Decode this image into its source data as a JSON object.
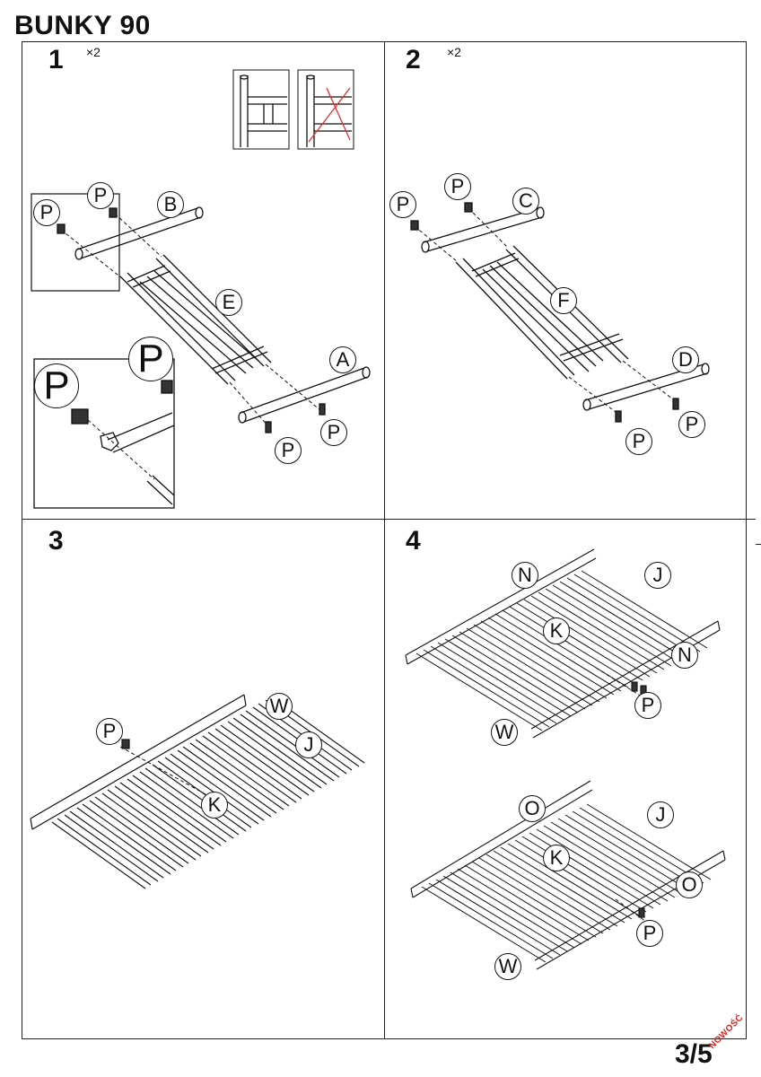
{
  "document": {
    "title": "BUNKY 90",
    "page_number": "3/5",
    "stamp": "NOWOŚĆ"
  },
  "steps": [
    {
      "number": "1",
      "multiplier": "×2",
      "callouts": [
        "P",
        "P",
        "B",
        "E",
        "A",
        "P",
        "P"
      ],
      "detail_callouts": [
        "P",
        "P"
      ]
    },
    {
      "number": "2",
      "multiplier": "×2",
      "callouts": [
        "P",
        "P",
        "C",
        "F",
        "D",
        "P",
        "P"
      ]
    },
    {
      "number": "3",
      "callouts": [
        "W",
        "P",
        "J",
        "K"
      ]
    },
    {
      "number": "4",
      "callouts": [
        "N",
        "J",
        "K",
        "N",
        "P",
        "W",
        "O",
        "J",
        "K",
        "O",
        "P",
        "W"
      ]
    }
  ],
  "colors": {
    "line": "#111111",
    "stamp": "#d62020",
    "cross": "#e03030"
  }
}
